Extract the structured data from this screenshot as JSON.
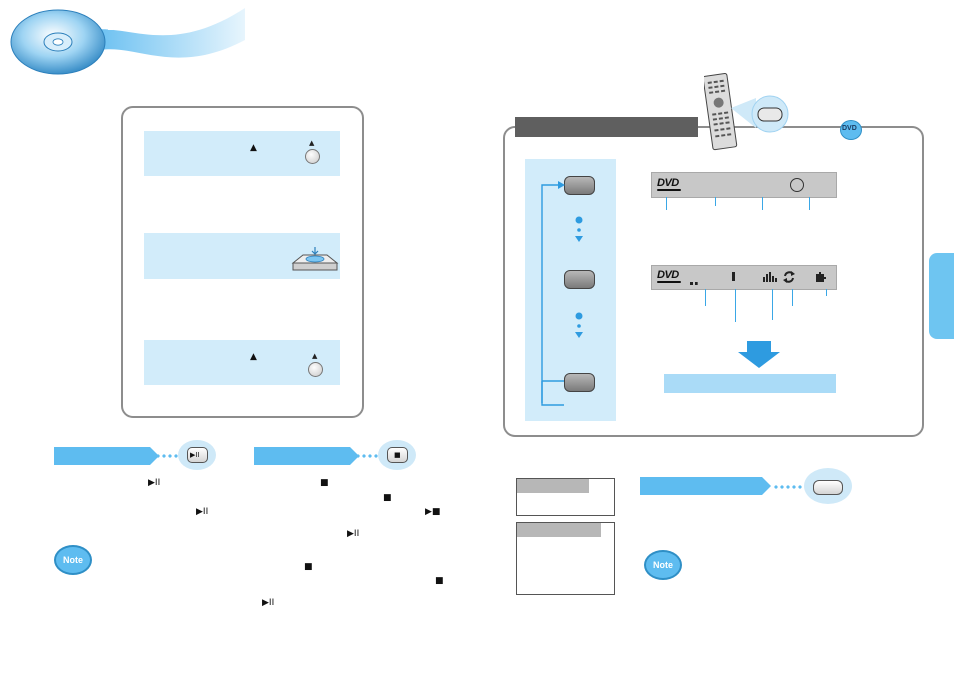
{
  "colors": {
    "accent": "#5ebcf0",
    "panel_fill": "#d2ecfa",
    "header_bar": "#5f5f5f",
    "frame": "#8d8d8d"
  },
  "icons": {
    "disc": "disc-film-icon",
    "eject_symbol": "▲",
    "play_pause_symbol": "▶II",
    "stop_symbol": "■",
    "skip_stop_symbol": "▶■",
    "dvd_badge": "DVD"
  },
  "osd": {
    "logo": "DVD"
  },
  "remote": {
    "label": "remote-control"
  }
}
